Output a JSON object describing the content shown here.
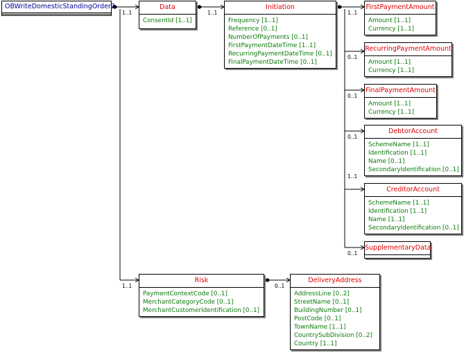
{
  "root": {
    "name": "OBWriteDomesticStandingOrder3"
  },
  "boxes": {
    "data": {
      "name": "Data",
      "fields": [
        "ConsentId [1..1]"
      ]
    },
    "initiation": {
      "name": "Initiation",
      "fields": [
        "Frequency [1..1]",
        "Reference [0..1]",
        "NumberOfPayments [0..1]",
        "FirstPaymentDateTime [1..1]",
        "RecurringPaymentDateTime [0..1]",
        "FinalPaymentDateTime [0..1]"
      ]
    },
    "first_payment_amount": {
      "name": "FirstPaymentAmount",
      "fields": [
        "Amount [1..1]",
        "Currency [1..1]"
      ]
    },
    "recurring_payment_amount": {
      "name": "RecurringPaymentAmount",
      "fields": [
        "Amount [1..1]",
        "Currency [1..1]"
      ]
    },
    "final_payment_amount": {
      "name": "FinalPaymentAmount",
      "fields": [
        "Amount [1..1]",
        "Currency [1..1]"
      ]
    },
    "debtor_account": {
      "name": "DebtorAccount",
      "fields": [
        "SchemeName [1..1]",
        "Identification [1..1]",
        "Name [0..1]",
        "SecondaryIdentification [0..1]"
      ]
    },
    "creditor_account": {
      "name": "CreditorAccount",
      "fields": [
        "SchemeName [1..1]",
        "Identification [1..1]",
        "Name [1..1]",
        "SecondaryIdentification [0..1]"
      ]
    },
    "supplementary_data": {
      "name": "SupplementaryData",
      "fields": []
    },
    "risk": {
      "name": "Risk",
      "fields": [
        "PaymentContextCode [0..1]",
        "MerchantCategoryCode [0..1]",
        "MerchantCustomerIdentification [0..1]"
      ]
    },
    "delivery_address": {
      "name": "DeliveryAddress",
      "fields": [
        "AddressLine [0..2]",
        "StreetName [0..1]",
        "BuildingNumber [0..1]",
        "PostCode [0..1]",
        "TownName [1..1]",
        "CountrySubDivision [0..2]",
        "Country [1..1]"
      ]
    }
  },
  "multiplicities": {
    "root_to_data": "1..1",
    "data_to_initiation": "1..1",
    "initiation_to_first_payment_amount": "1..1",
    "initiation_to_recurring_payment_amount": "0..1",
    "initiation_to_final_payment_amount": "0..1",
    "initiation_to_debtor_account": "0..1",
    "initiation_to_creditor_account": "1..1",
    "initiation_to_supplementary_data": "0..1",
    "root_to_risk": "1..1",
    "risk_to_delivery_address": "0..1"
  }
}
